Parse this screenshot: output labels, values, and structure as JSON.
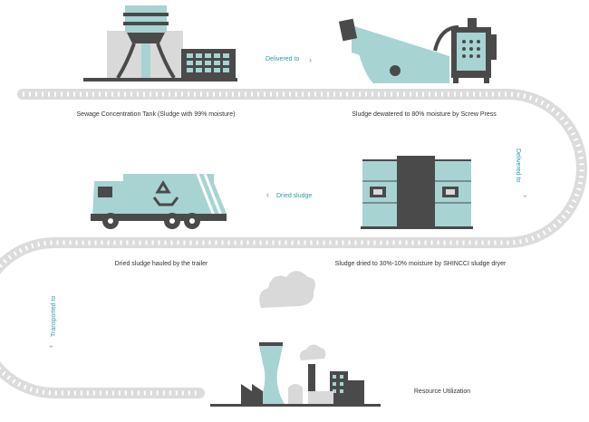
{
  "colors": {
    "track": "#dcdcdc",
    "track_chevron": "#ffffff",
    "dark": "#4a4a4a",
    "teal": "#a7d3d3",
    "light_gray": "#d9d9d9",
    "accent_text": "#2a9da3"
  },
  "steps": [
    {
      "icon": "sewage-concentration-tank-icon",
      "caption": "Sewage Concentration Tank (Sludge with 99% moisture)"
    },
    {
      "icon": "screw-press-icon",
      "caption": "Sludge dewatered to 80% moisture by Screw Press"
    },
    {
      "icon": "sludge-dryer-icon",
      "caption": "Sludge dried to 30%-10% moisture by SHINCCI sludge dryer"
    },
    {
      "icon": "garbage-truck-icon",
      "caption": "Dried sludge hauled by the trailer"
    },
    {
      "icon": "power-plant-icon",
      "caption": "Resource Utilization"
    }
  ],
  "flow_labels": {
    "delivered_top": "Delivered to",
    "delivered_right": "Delivered to",
    "dried_sludge": "Dried sludge",
    "transported": "Transported to"
  }
}
